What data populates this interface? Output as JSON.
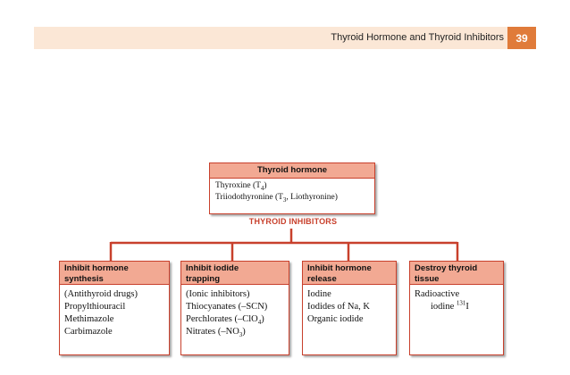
{
  "header": {
    "title": "Thyroid Hormone and Thyroid Inhibitors",
    "page_number": "39"
  },
  "diagram": {
    "top": {
      "title": "Thyroid hormone",
      "line1_prefix": "Thyroxine (T",
      "line1_sub": "4",
      "line1_suffix": ")",
      "line2_prefix": "Triiodothyronine (T",
      "line2_sub": "3",
      "line2_suffix": ", Liothyronine)"
    },
    "inhibitors_label": "THYROID INHIBITORS",
    "categories": [
      {
        "title_line1": "Inhibit hormone",
        "title_line2": "synthesis",
        "items": [
          "(Antithyroid drugs)",
          "Propylthiouracil",
          "Methimazole",
          "Carbimazole"
        ]
      },
      {
        "title_line1": "Inhibit iodide",
        "title_line2": "trapping",
        "items": [
          "(Ionic inhibitors)",
          "Thiocyanates (–SCN)"
        ],
        "item3_prefix": "Perchlorates (–ClO",
        "item3_sub": "4",
        "item3_suffix": ")",
        "item4_prefix": "Nitrates (–NO",
        "item4_sub": "3",
        "item4_suffix": ")"
      },
      {
        "title_line1": "Inhibit hormone",
        "title_line2": "release",
        "items": [
          "Iodine",
          "Iodides of Na, K",
          "Organic iodide"
        ]
      },
      {
        "title_line1": "Destroy thyroid",
        "title_line2": "tissue",
        "items": [
          "Radioactive"
        ],
        "item2_prefix": "iodine ",
        "item2_sup": "131",
        "item2_suffix": "I"
      }
    ],
    "colors": {
      "accent": "#c8402c",
      "header_fill": "#f2a993",
      "page_band": "#fbe7d6",
      "page_num_fill": "#e07b3a"
    }
  }
}
